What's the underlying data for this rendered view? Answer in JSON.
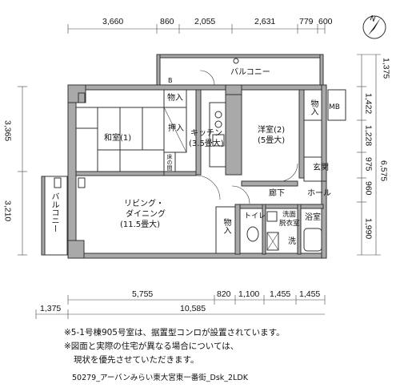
{
  "top_dims": [
    "3,660",
    "860",
    "2,055",
    "2,631",
    "779",
    "600"
  ],
  "right_dims": [
    "1,375",
    "1,422",
    "1,228",
    "975",
    "960",
    "1,990"
  ],
  "right_total": "6,575",
  "left_dims": [
    "3,365",
    "3,210"
  ],
  "bottom_dims": [
    "5,755",
    "820",
    "1,100",
    "1,455",
    "1,455"
  ],
  "bottom_total": [
    "1,375",
    "10,585"
  ],
  "rooms": {
    "balcony_top": "バルコニー",
    "balcony_left": "バルコニー",
    "storage_top": "物入",
    "oshiire": "押入",
    "washitsu_1": "和室(1)",
    "kitchen": "キッチン",
    "kitchen_size": "(3.5畳大)",
    "yoshitsu": "洋室(2)",
    "yoshitsu_size": "(5畳大)",
    "storage_right": "物入",
    "mb": "MB",
    "genkan": "玄関",
    "hall": "ホール",
    "corridor": "廊下",
    "living": "リビング・",
    "living2": "ダイニング",
    "living_size": "(11.5畳大)",
    "storage_mid": "物入",
    "toilet": "トイレ",
    "senmen": "洗面",
    "datsui": "脱衣室",
    "bath": "浴室",
    "wash": "洗",
    "zoukin": "床の間",
    "b_mark": "B"
  },
  "notes": [
    "※5-1号棟905号室は、据置型コンロが設置されています。",
    "※図面と実際の住宅が異なる場合については、",
    "現状を優先させていただきます。"
  ],
  "footer": "50279_アーバンみらい東大宮東一番街_Dsk_2LDK",
  "compass": "N"
}
